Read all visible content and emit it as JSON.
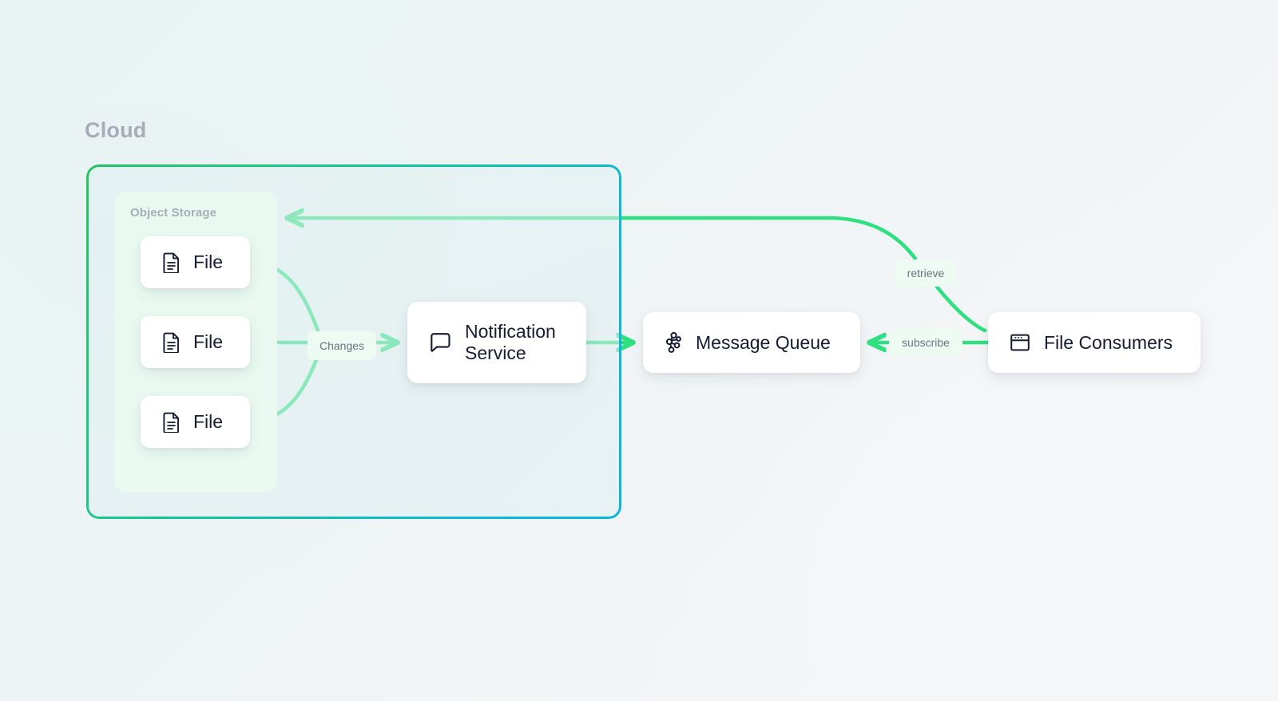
{
  "diagram": {
    "title": "Cloud",
    "background_accent": "#eaf3f4",
    "edge_color": "#2ee07f",
    "border_gradient_from": "#22c362",
    "border_gradient_to": "#0bb3e0"
  },
  "groups": {
    "cloud": {
      "label": "Cloud"
    },
    "object_storage": {
      "label": "Object Storage",
      "files": [
        {
          "label": "File",
          "icon": "document-icon"
        },
        {
          "label": "File",
          "icon": "document-icon"
        },
        {
          "label": "File",
          "icon": "document-icon"
        }
      ]
    }
  },
  "nodes": {
    "notification_service": {
      "label": "Notification\nService",
      "icon": "chat-bubble-icon"
    },
    "message_queue": {
      "label": "Message Queue",
      "icon": "network-nodes-icon"
    },
    "file_consumers": {
      "label": "File Consumers",
      "icon": "browser-window-icon"
    }
  },
  "edges": [
    {
      "id": "changes",
      "label": "Changes",
      "from": "object-storage-files",
      "to": "notification-service"
    },
    {
      "id": "publish",
      "label": "",
      "from": "notification-service",
      "to": "message-queue"
    },
    {
      "id": "subscribe",
      "label": "subscribe",
      "from": "file-consumers",
      "to": "message-queue"
    },
    {
      "id": "retrieve",
      "label": "retrieve",
      "from": "file-consumers",
      "to": "object-storage"
    }
  ]
}
